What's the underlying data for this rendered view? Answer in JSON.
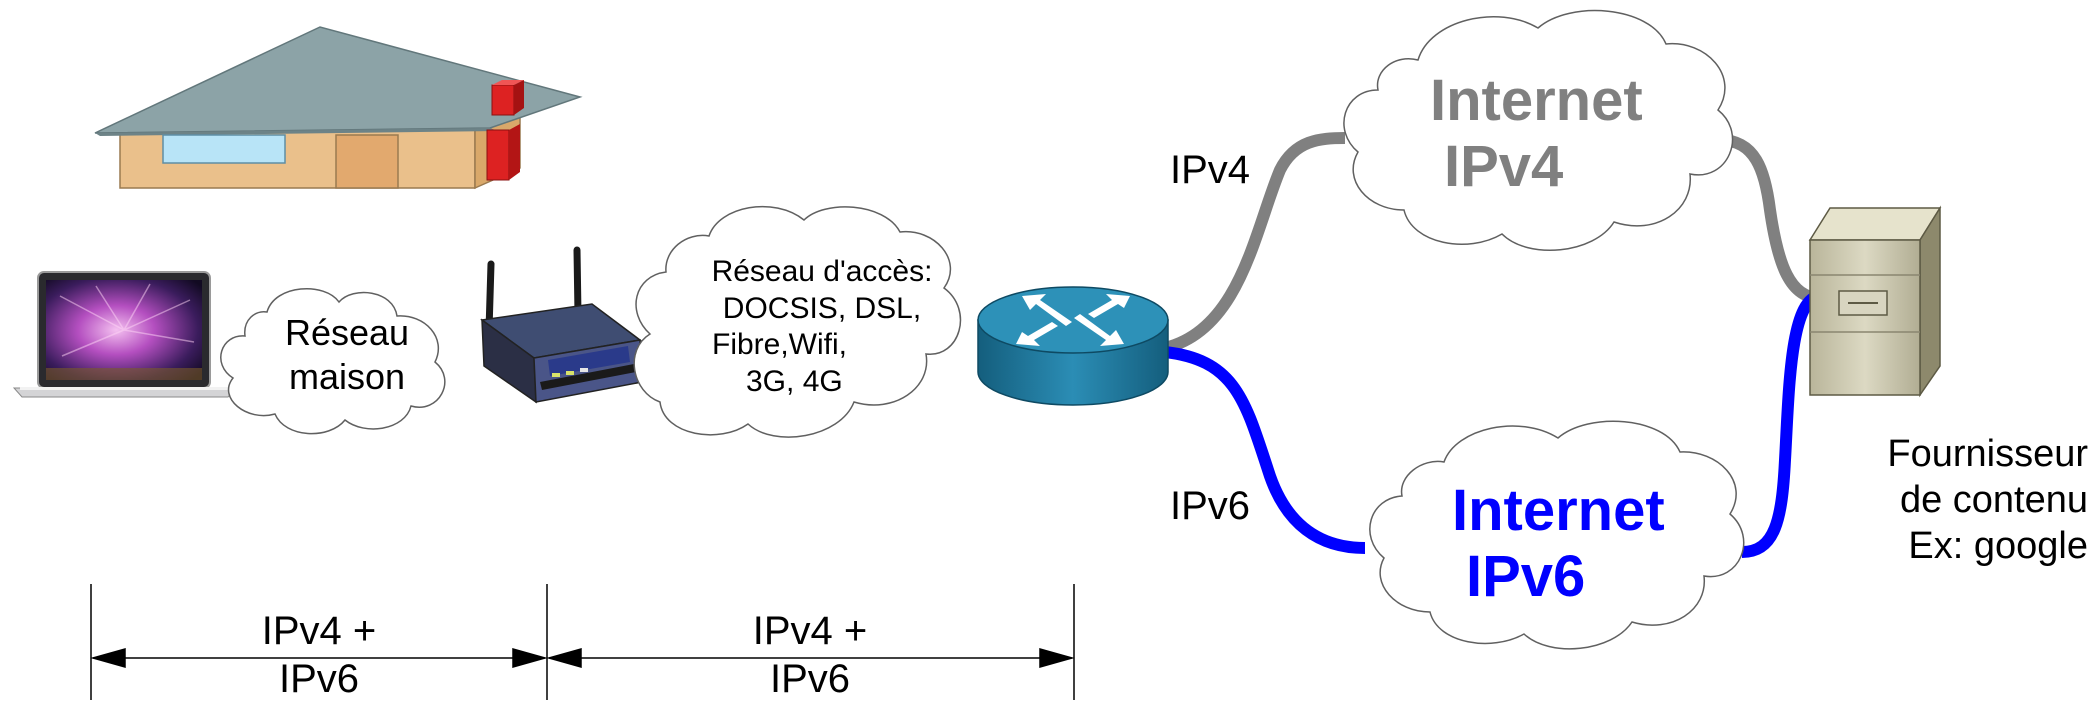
{
  "clouds": {
    "home_network": [
      "Réseau",
      "maison"
    ],
    "access_network": [
      "Réseau d'accès:",
      "DOCSIS, DSL,",
      "Fibre,Wifi,",
      "3G, 4G"
    ],
    "internet_v4": [
      "Internet",
      "IPv4"
    ],
    "internet_v6": [
      "Internet",
      "IPv6"
    ]
  },
  "links": {
    "ipv4_label": "IPv4",
    "ipv6_label": "IPv6"
  },
  "provider": [
    "Fournisseur",
    "de contenu",
    "Ex: google"
  ],
  "segments": [
    {
      "line1": "IPv4 +",
      "line2": "IPv6"
    },
    {
      "line1": "IPv4 +",
      "line2": "IPv6"
    }
  ],
  "colors": {
    "ipv4": "#808080",
    "ipv6": "#0000ff",
    "router": "#1f7fa6",
    "house_wall": "#eac08b",
    "house_roof": "#8ca3a7",
    "chimney": "#dd2222",
    "server": "#c8c4a8"
  },
  "icons": [
    "house-icon",
    "laptop-icon",
    "wireless-router-icon",
    "router-icon",
    "server-icon"
  ]
}
